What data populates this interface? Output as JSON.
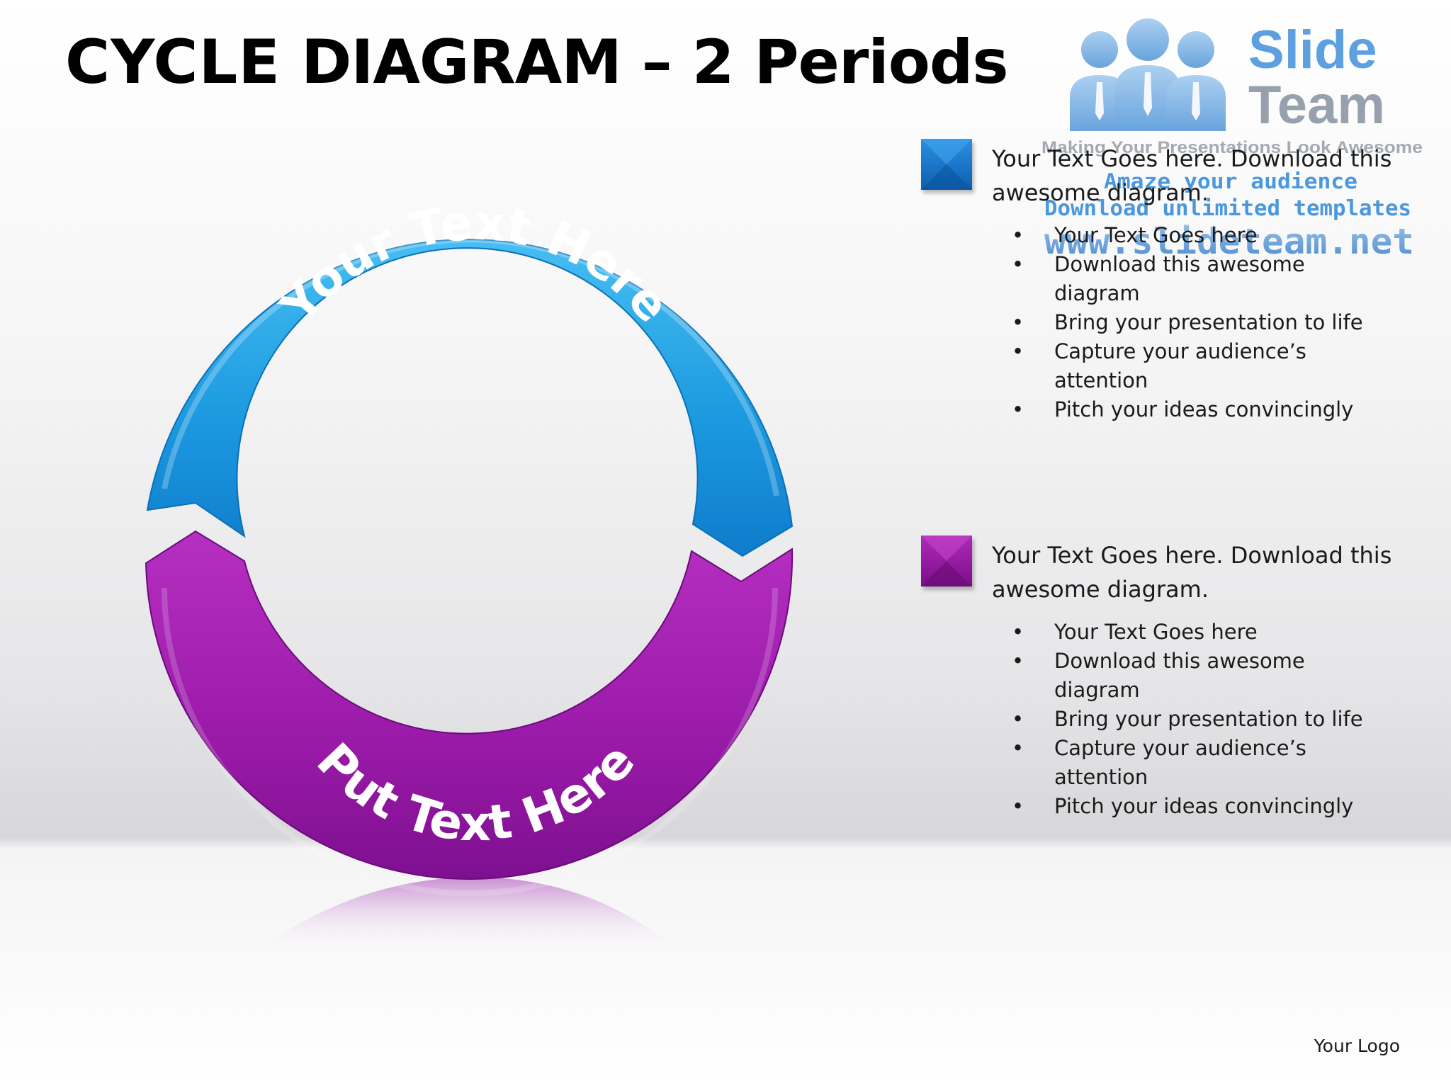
{
  "title": {
    "part1": "CYCLE",
    "part2": "DIAGRAM – 2 Periods"
  },
  "watermark": {
    "brand_line1": "Slide",
    "brand_line2": "Team",
    "tagline": "Making Your Presentations Look Awesome",
    "line1": "Amaze your audience",
    "line2": "Download unlimited templates",
    "url": "www.slideteam.net"
  },
  "diagram": {
    "top_arc_label": "Your Text Here",
    "bottom_arc_label": "Put Text Here"
  },
  "panels": [
    {
      "heading": "Your Text Goes here. Download this awesome diagram.",
      "bullets": [
        "Your Text Goes here",
        "Download this awesome diagram",
        "Bring your presentation to life",
        "Capture your audience’s attention",
        "Pitch your ideas convincingly"
      ]
    },
    {
      "heading": "Your Text Goes here. Download this awesome diagram.",
      "bullets": [
        "Your Text Goes here",
        "Download this awesome diagram",
        "Bring your presentation to life",
        "Capture your audience’s attention",
        "Pitch your ideas convincingly"
      ]
    }
  ],
  "footer": {
    "logo_text": "Your Logo"
  },
  "colors": {
    "blue": "#1a9fe0",
    "purple": "#9a1aa8",
    "title": "#000000",
    "watermark": "#3a8fd8"
  },
  "icons": {
    "panel_marker": "square-bullet-icon",
    "brand": "people-group-icon"
  }
}
